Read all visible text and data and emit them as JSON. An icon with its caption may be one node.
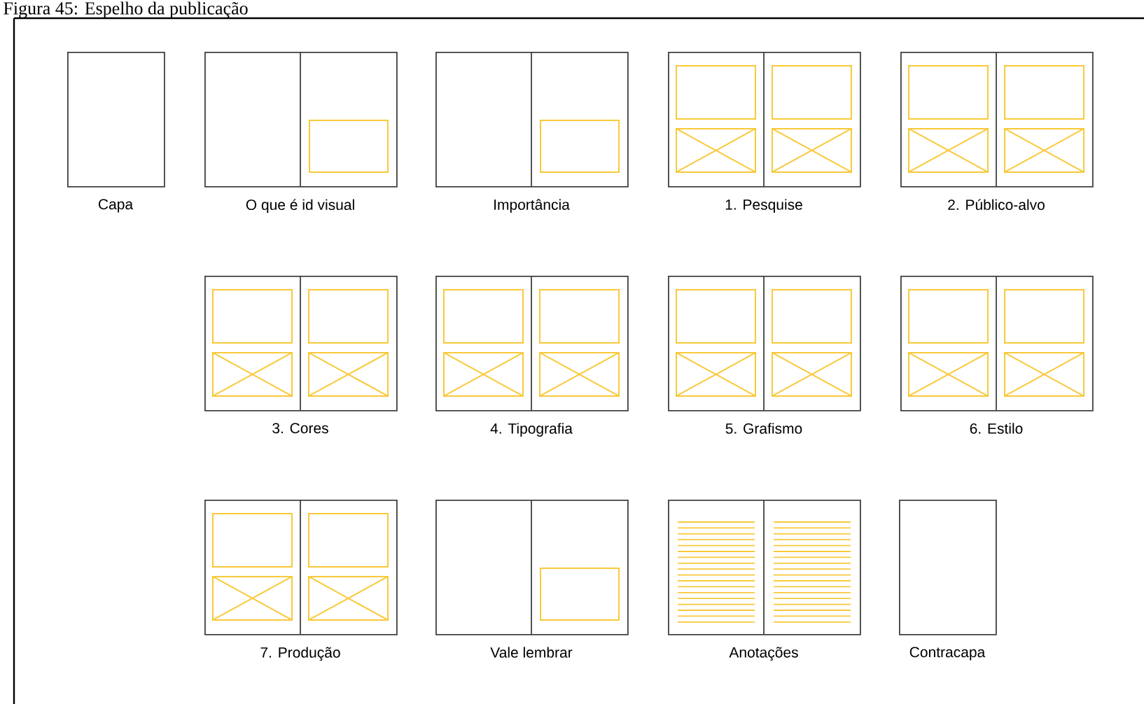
{
  "diagram": {
    "title": "Figura 45: Espelho da publicação",
    "nodes": [
      {
        "text": [
          "Capa"
        ]
      },
      {
        "text": [
          "O que é id visual"
        ]
      },
      {
        "text": [
          "Importância"
        ]
      },
      {
        "text": [
          "1. Pesquise"
        ]
      },
      {
        "text": [
          "2. Público-alvo"
        ]
      },
      {
        "text": [
          "3. Cores"
        ]
      },
      {
        "text": [
          "4. Tipografia"
        ]
      },
      {
        "text": [
          "5. Grafismo"
        ]
      },
      {
        "text": [
          "6. Estilo"
        ]
      },
      {
        "text": [
          "7. Produção"
        ]
      },
      {
        "text": [
          "Vale lembrar"
        ]
      },
      {
        "text": [
          "Anotações"
        ]
      },
      {
        "text": [
          "Contracapa"
        ]
      }
    ]
  }
}
